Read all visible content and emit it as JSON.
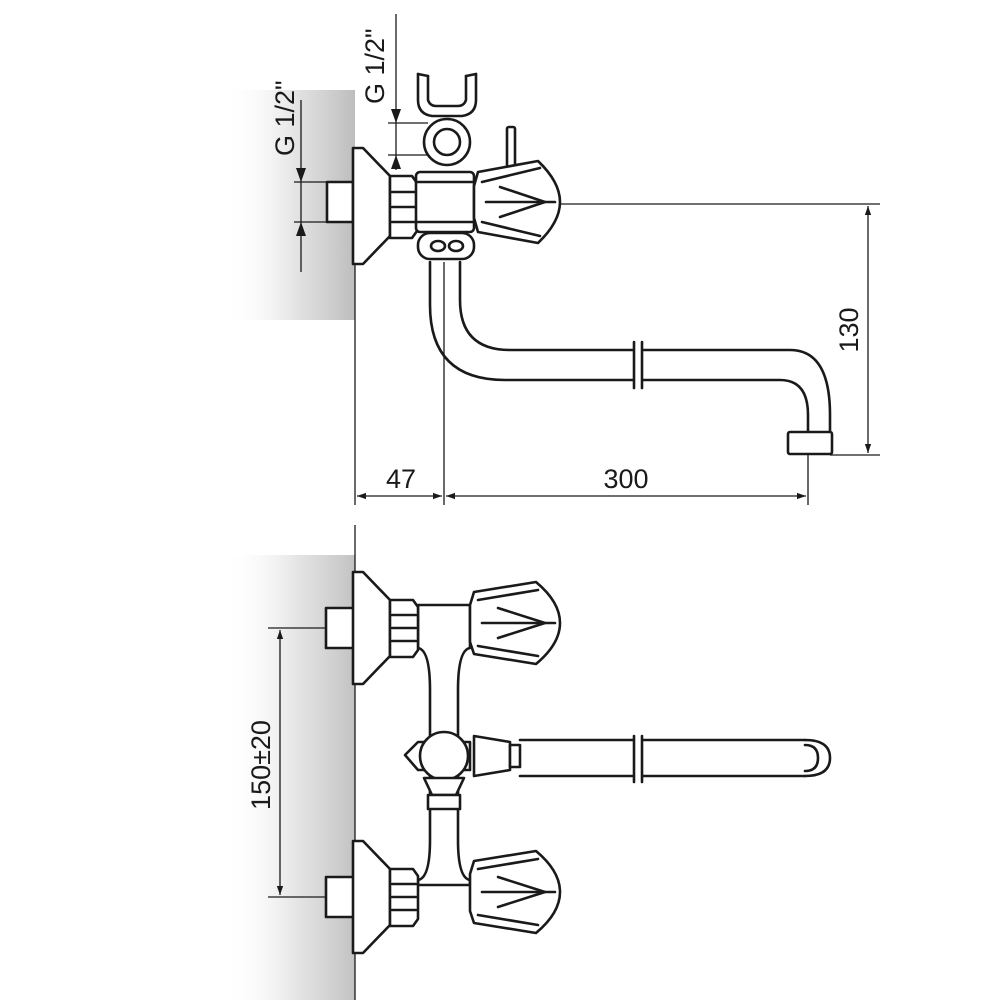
{
  "colors": {
    "line": "#1a1a1a",
    "wall_shadow": "#c8c8c8",
    "background": "#ffffff"
  },
  "dimensions": {
    "wall_thread": "G 1/2\"",
    "shower_thread": "G 1/2\"",
    "spout_height": "130",
    "wall_to_spout_axis": "47",
    "spout_reach": "300",
    "inlet_spacing": "150±20"
  }
}
